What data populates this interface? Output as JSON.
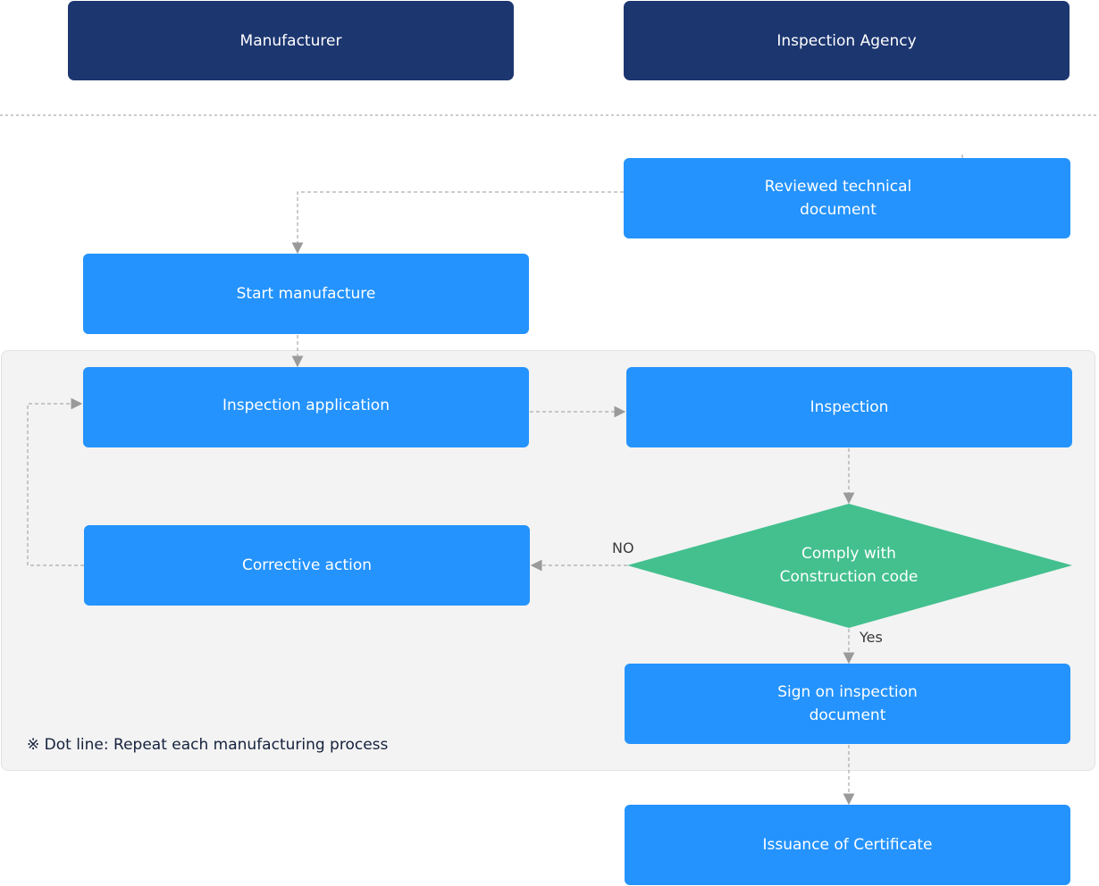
{
  "headers": {
    "manufacturer": "Manufacturer",
    "inspection_agency": "Inspection Agency"
  },
  "steps": {
    "reviewed_technical_document": "Reviewed technical\ndocument",
    "start_manufacture": "Start manufacture",
    "inspection_application": "Inspection application",
    "inspection": "Inspection",
    "corrective_action": "Corrective action",
    "comply_decision": "Comply with\nConstruction code",
    "sign_on_inspection_document": "Sign on inspection\ndocument",
    "issuance_of_certificate": "Issuance of Certificate"
  },
  "edge_labels": {
    "no": "NO",
    "yes": "Yes"
  },
  "note": "※ Dot line: Repeat each manufacturing process",
  "colors": {
    "header": "#1c3670",
    "step": "#2493fd",
    "decision": "#43c08e",
    "region": "#f3f3f3",
    "connector": "#9a9a9a"
  }
}
